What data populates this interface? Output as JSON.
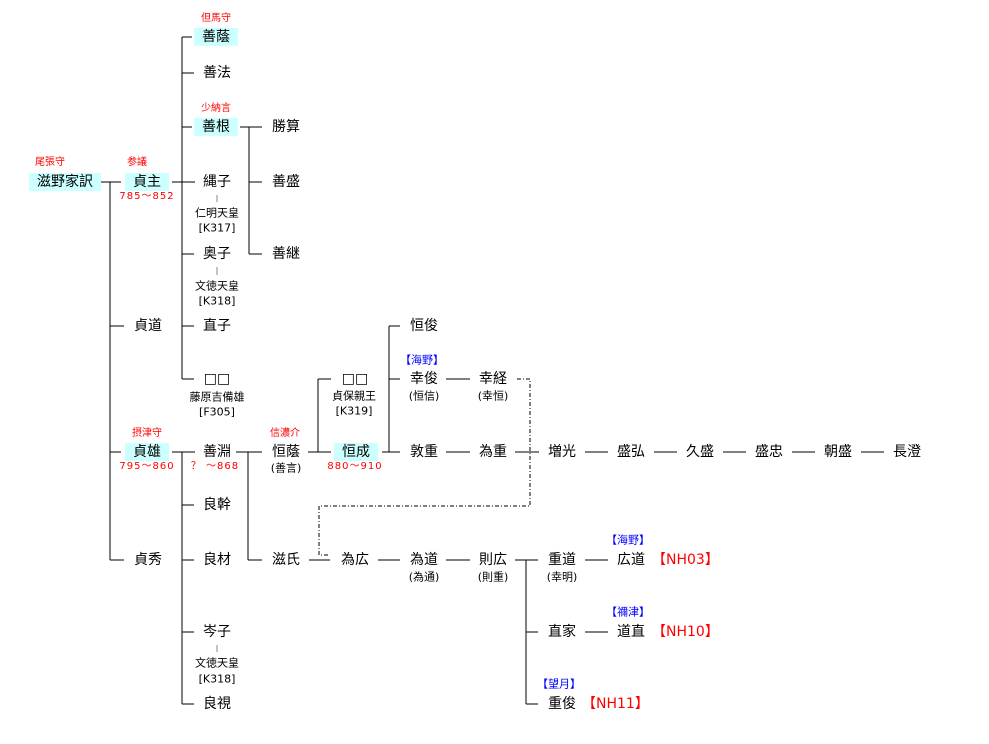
{
  "root": {
    "name": "滋野家訳",
    "title": "尾張守"
  },
  "gen1": [
    {
      "name": "貞主",
      "title": "参議",
      "years": "785～852"
    },
    {
      "name": "貞道"
    },
    {
      "name": "貞雄",
      "title": "摂津守",
      "years": "795～860"
    },
    {
      "name": "貞秀"
    }
  ],
  "sadanushi_children": [
    {
      "name": "善蔭",
      "title": "但馬守"
    },
    {
      "name": "善法"
    },
    {
      "name": "善根",
      "title": "少納言"
    },
    {
      "name": "縄子",
      "spouse": "仁明天皇",
      "code": "[K317]"
    },
    {
      "name": "奥子",
      "spouse": "文徳天皇",
      "code": "[K318]"
    },
    {
      "name": "直子"
    },
    {
      "name": "□□",
      "spouse": "藤原吉備雄",
      "code": "[F305]"
    }
  ],
  "yoshine_children": [
    "勝算",
    "善盛",
    "善継"
  ],
  "sadao_children": [
    {
      "name": "善淵",
      "years": "？ ～868"
    },
    {
      "name": "良幹"
    },
    {
      "name": "良材"
    },
    {
      "name": "岑子",
      "spouse": "文徳天皇",
      "code": "[K318]"
    },
    {
      "name": "良視"
    }
  ],
  "yoshibuchi_children": [
    {
      "name": "恒蔭",
      "alt": "(善言)",
      "title": "信濃介"
    },
    {
      "name": "滋氏"
    }
  ],
  "tsunekage_children": [
    {
      "name": "□□",
      "spouse": "貞保親王",
      "code": "[K319]"
    },
    {
      "name": "恒成",
      "years": "880～910"
    }
  ],
  "tsunenari_children": [
    {
      "name": "恒俊"
    },
    {
      "name": "幸俊",
      "alt": "(恒信)",
      "clan": "【海野】"
    },
    {
      "name": "敦重"
    }
  ],
  "yukitoshi_line": [
    {
      "name": "幸経",
      "alt": "(幸恒)"
    }
  ],
  "atsushige_line": [
    "為重",
    "増光",
    "盛弘",
    "久盛",
    "盛忠",
    "朝盛",
    "長澄"
  ],
  "shigeuji_line": [
    {
      "name": "為広"
    },
    {
      "name": "為道",
      "alt": "(為通)"
    },
    {
      "name": "則広",
      "alt": "(則重)"
    }
  ],
  "norihiro_children": [
    {
      "name": "重道",
      "alt": "(幸明)",
      "child": "広道",
      "clan": "【海野】",
      "ref": "【NH03】"
    },
    {
      "name": "直家",
      "child": "道直",
      "clan": "【禰津】",
      "ref": "【NH10】"
    },
    {
      "name": "重俊",
      "clan": "【望月】",
      "ref": "【NH11】"
    }
  ]
}
